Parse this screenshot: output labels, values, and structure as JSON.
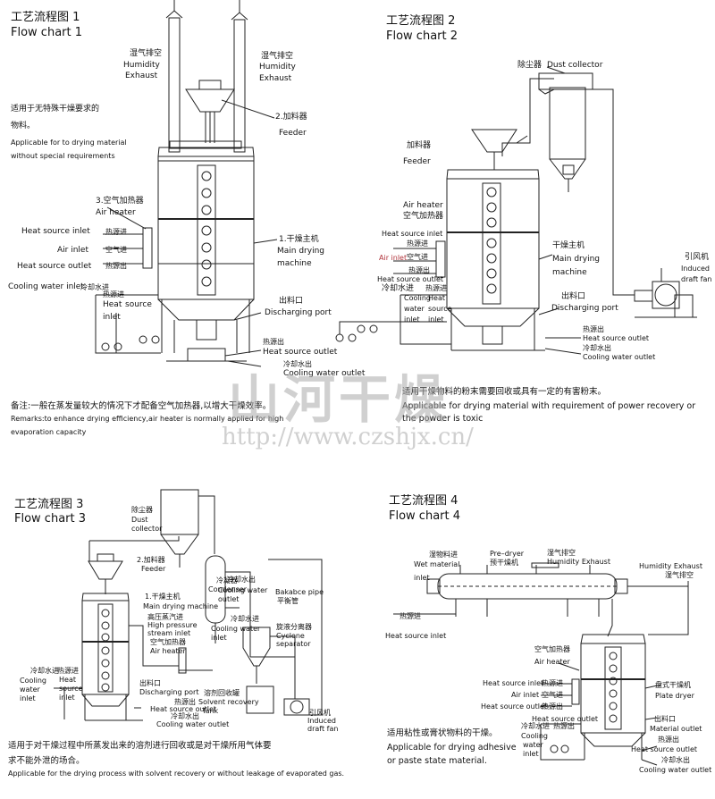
{
  "chart1": {
    "title_cn": "工艺流程图 1",
    "title_en": "Flow chart 1",
    "exhaust1_cn": "湿气排空",
    "exhaust1_en1": "Humidity",
    "exhaust1_en2": "Exhaust",
    "exhaust2_cn": "湿气排空",
    "exhaust2_en1": "Humidity",
    "exhaust2_en2": "Exhaust",
    "suitable_cn1": "适用于无特殊干燥要求的",
    "suitable_cn2": "物料。",
    "suitable_en1": "Applicable for to drying material",
    "suitable_en2": "without special requirements",
    "feeder_cn": "2.加料器",
    "feeder_en": "Feeder",
    "airheater_cn": "3.空气加热器",
    "airheater_en": "Air heater",
    "heat_in_en": "Heat source inlet",
    "heat_in_cn": "热源进",
    "air_in_en": "Air inlet",
    "air_in_cn": "空气进",
    "heat_out_en": "Heat source outlet",
    "heat_out_cn": "热源出",
    "cool_in_en": "Cooling water inlet",
    "cool_in_cn": "冷却水进",
    "heat_cn2": "热源进",
    "heat_en_a": "Heat",
    "heat_en_b": "source",
    "heat_en_c": "inlet",
    "main_cn": "1.干燥主机",
    "main_en1": "Main drying",
    "main_en2": "machine",
    "discharge_cn": "出料口",
    "discharge_en": "Discharging port",
    "hs_out_cn": "热源出",
    "hs_out_en": "Heat source outlet",
    "cw_out_cn": "冷却水出",
    "cw_out_en": "Cooling water outlet",
    "remark_cn": "备注:一般在蒸发量较大的情况下才配备空气加热器,以增大干燥效率。",
    "remark_en1": "Remarks:to enhance drying efficiency,air heater is normally applied for high",
    "remark_en2": "evaporation capacity"
  },
  "chart2": {
    "title_cn": "工艺流程图 2",
    "title_en": "Flow chart 2",
    "dust_cn": "除尘器",
    "dust_en": "Dust collector",
    "feeder_cn": "加料器",
    "feeder_en": "Feeder",
    "airheater_en": "Air heater",
    "airheater_cn": "空气加热器",
    "heat_in_en": "Heat source inlet",
    "heat_in_cn": "热源进",
    "air_in_en": "Air inlet",
    "air_in_cn": "空气进",
    "heat_out_cn": "热源出",
    "heat_out_en": "Heat source outlet",
    "cool_in_cn": "冷却水进",
    "cooling_en": "Cooling",
    "water_en": "water",
    "inlet_en": "inlet",
    "heat_cn2": "热源进",
    "heat_en_a": "Heat",
    "heat_en_b": "source",
    "heat_en_c": "inlet",
    "main_cn": "干燥主机",
    "main_en1": "Main drying",
    "main_en2": "machine",
    "discharge_cn": "出料口",
    "discharge_en": "Discharging port",
    "fan_cn": "引风机",
    "fan_en1": "Induced",
    "fan_en2": "draft fan",
    "hs_out_cn": "热源出",
    "hs_out_en": "Heat source outlet",
    "cw_out_cn": "冷却水出",
    "cw_out_en": "Cooling water outlet",
    "note_cn": "适用干燥物料的粉末需要回收或具有一定的有害粉末。",
    "note_en1": "Applicable for drying material with requirement of power recovery or",
    "note_en2": "the powder is toxic",
    "accent_red": "#b0323a"
  },
  "chart3": {
    "title_cn": "工艺流程图 3",
    "title_en": "Flow chart 3",
    "dust_cn": "除尘器",
    "dust_en1": "Dust",
    "dust_en2": "collector",
    "feeder_cn": "2.加料器",
    "feeder_en": "Feeder",
    "condenser_cn": "冷凝器",
    "condenser_en": "Condenser",
    "cw_out_cn": "冷却水出",
    "cw_out_en1": "Cooling water",
    "cw_out_en2": "outlet",
    "main_cn": "1.干燥主机",
    "main_en": "Main drying machine",
    "steam_cn": "高压蒸汽进",
    "steam_en1": "High pressure",
    "steam_en2": "stream inlet",
    "airheater_cn": "空气加热器",
    "airheater_en": "Air heater",
    "cw_in_cn": "冷却水进",
    "cw_in_en1": "Cooling water",
    "cw_in_en2": "inlet",
    "bakabce_en1": "Bakabce pipe",
    "bakabce_cn": "平衡管",
    "cyclone_cn": "旋液分离器",
    "cyclone_en1": "Cyclone",
    "cyclone_en2": "separator",
    "left_cw_cn": "冷却水进",
    "left_cooling": "Cooling",
    "left_water": "water",
    "left_inlet": "inlet",
    "left_heat_cn": "热源进",
    "left_heat_en1": "Heat",
    "left_heat_en2": "source",
    "left_heat_en3": "inlet",
    "discharge_cn": "出料口",
    "discharge_en": "Discharging port",
    "hs_out_cn": "热源出",
    "hs_out_en": "Heat source outlet",
    "cwo_cn": "冷却水出",
    "cwo_en": "Cooling water outlet",
    "solvent_cn": "溶剂回收罐",
    "solvent_en1": "Solvent recovery",
    "solvent_en2": "Tank",
    "fan_cn": "引风机",
    "fan_en1": "Induced",
    "fan_en2": "draft fan",
    "note_cn1": "适用于对干燥过程中所蒸发出来的溶剂进行回收或是对干燥所用气体要",
    "note_cn2": "求不能外泄的场合。",
    "note_en": "Applicable for the drying process with solvent recovery or without leakage of evaporated gas."
  },
  "chart4": {
    "title_cn": "工艺流程图 4",
    "title_en": "Flow chart 4",
    "wet_cn": "湿物料进",
    "wet_en1": "Wet material",
    "wet_en2": "inlet",
    "predryer_en": "Pre–dryer",
    "predryer_cn": "预干燥机",
    "exhaust_cn": "湿气排空",
    "exhaust_en": "Humidity Exhaust",
    "exhaust2_en": "Humidity Exhaust",
    "exhaust2_cn": "湿气排空",
    "heat_in_cn": "热源进",
    "heat_in_en": "Heat source inlet",
    "airheater_cn": "空气加热器",
    "airheater_en": "Air heater",
    "hs_in_en": "Heat source inlet",
    "hs_in_cn": "热源进",
    "air_in_en": "Air inlet",
    "air_in_cn": "空气进",
    "hs_out_en": "Heat source outlet",
    "hs_out_cn": "热源出",
    "plate_cn": "盘式干燥机",
    "plate_en": "Plate dryer",
    "hs_out2_en": "Heat source outlet",
    "hs_out2_cn": "热源出",
    "cw_in_cn": "冷却水进",
    "cooling": "Cooling",
    "water": "water",
    "inlet": "inlet",
    "discharge_cn": "出料口",
    "discharge_en": "Material outlet",
    "hs_out3_cn": "热源出",
    "hs_out3_en": "Heat source outlet",
    "cw_out_cn": "冷却水出",
    "cw_out_en": "Cooling water outlet",
    "note_cn": "适用粘性或膏状物料的干燥。",
    "note_en1": "Applicable for drying adhesive",
    "note_en2": "or paste state material."
  },
  "watermark": {
    "cn": "山河干燥",
    "url": "http://www.czshjx.cn/"
  }
}
